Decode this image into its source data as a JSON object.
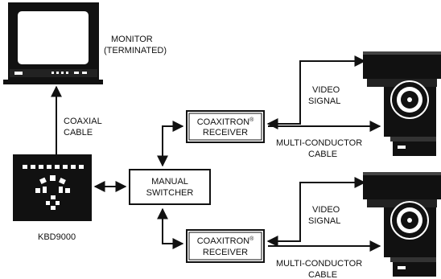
{
  "monitor": {
    "label_line1": "MONITOR",
    "label_line2": "(TERMINATED)"
  },
  "coax_cable": {
    "label_line1": "COAXIAL",
    "label_line2": "CABLE"
  },
  "keyboard": {
    "label": "KBD9000"
  },
  "manual_switcher": {
    "label_line1": "MANUAL",
    "label_line2": "SWITCHER"
  },
  "receivers": [
    {
      "label_line1": "COAXITRON",
      "registered": "®",
      "label_line2": "RECEIVER"
    },
    {
      "label_line1": "COAXITRON",
      "registered": "®",
      "label_line2": "RECEIVER"
    }
  ],
  "video_signal": {
    "label_line1": "VIDEO",
    "label_line2": "SIGNAL"
  },
  "multi_conductor": {
    "label_line1": "MULTI-CONDUCTOR",
    "label_line2": "CABLE"
  },
  "colors": {
    "ink": "#111111",
    "paper": "#ffffff"
  }
}
